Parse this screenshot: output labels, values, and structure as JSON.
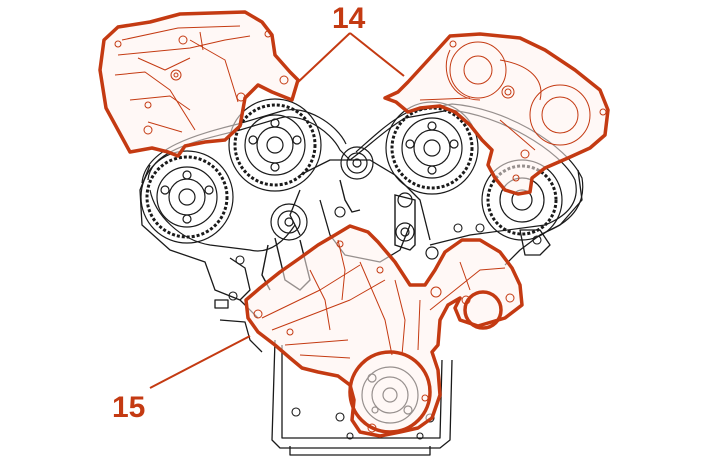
{
  "callouts": [
    {
      "id": "14",
      "label": "14"
    },
    {
      "id": "15",
      "label": "15"
    }
  ],
  "colors": {
    "accent": "#c43a12",
    "line": "#1a1a1a",
    "background": "#ffffff"
  }
}
